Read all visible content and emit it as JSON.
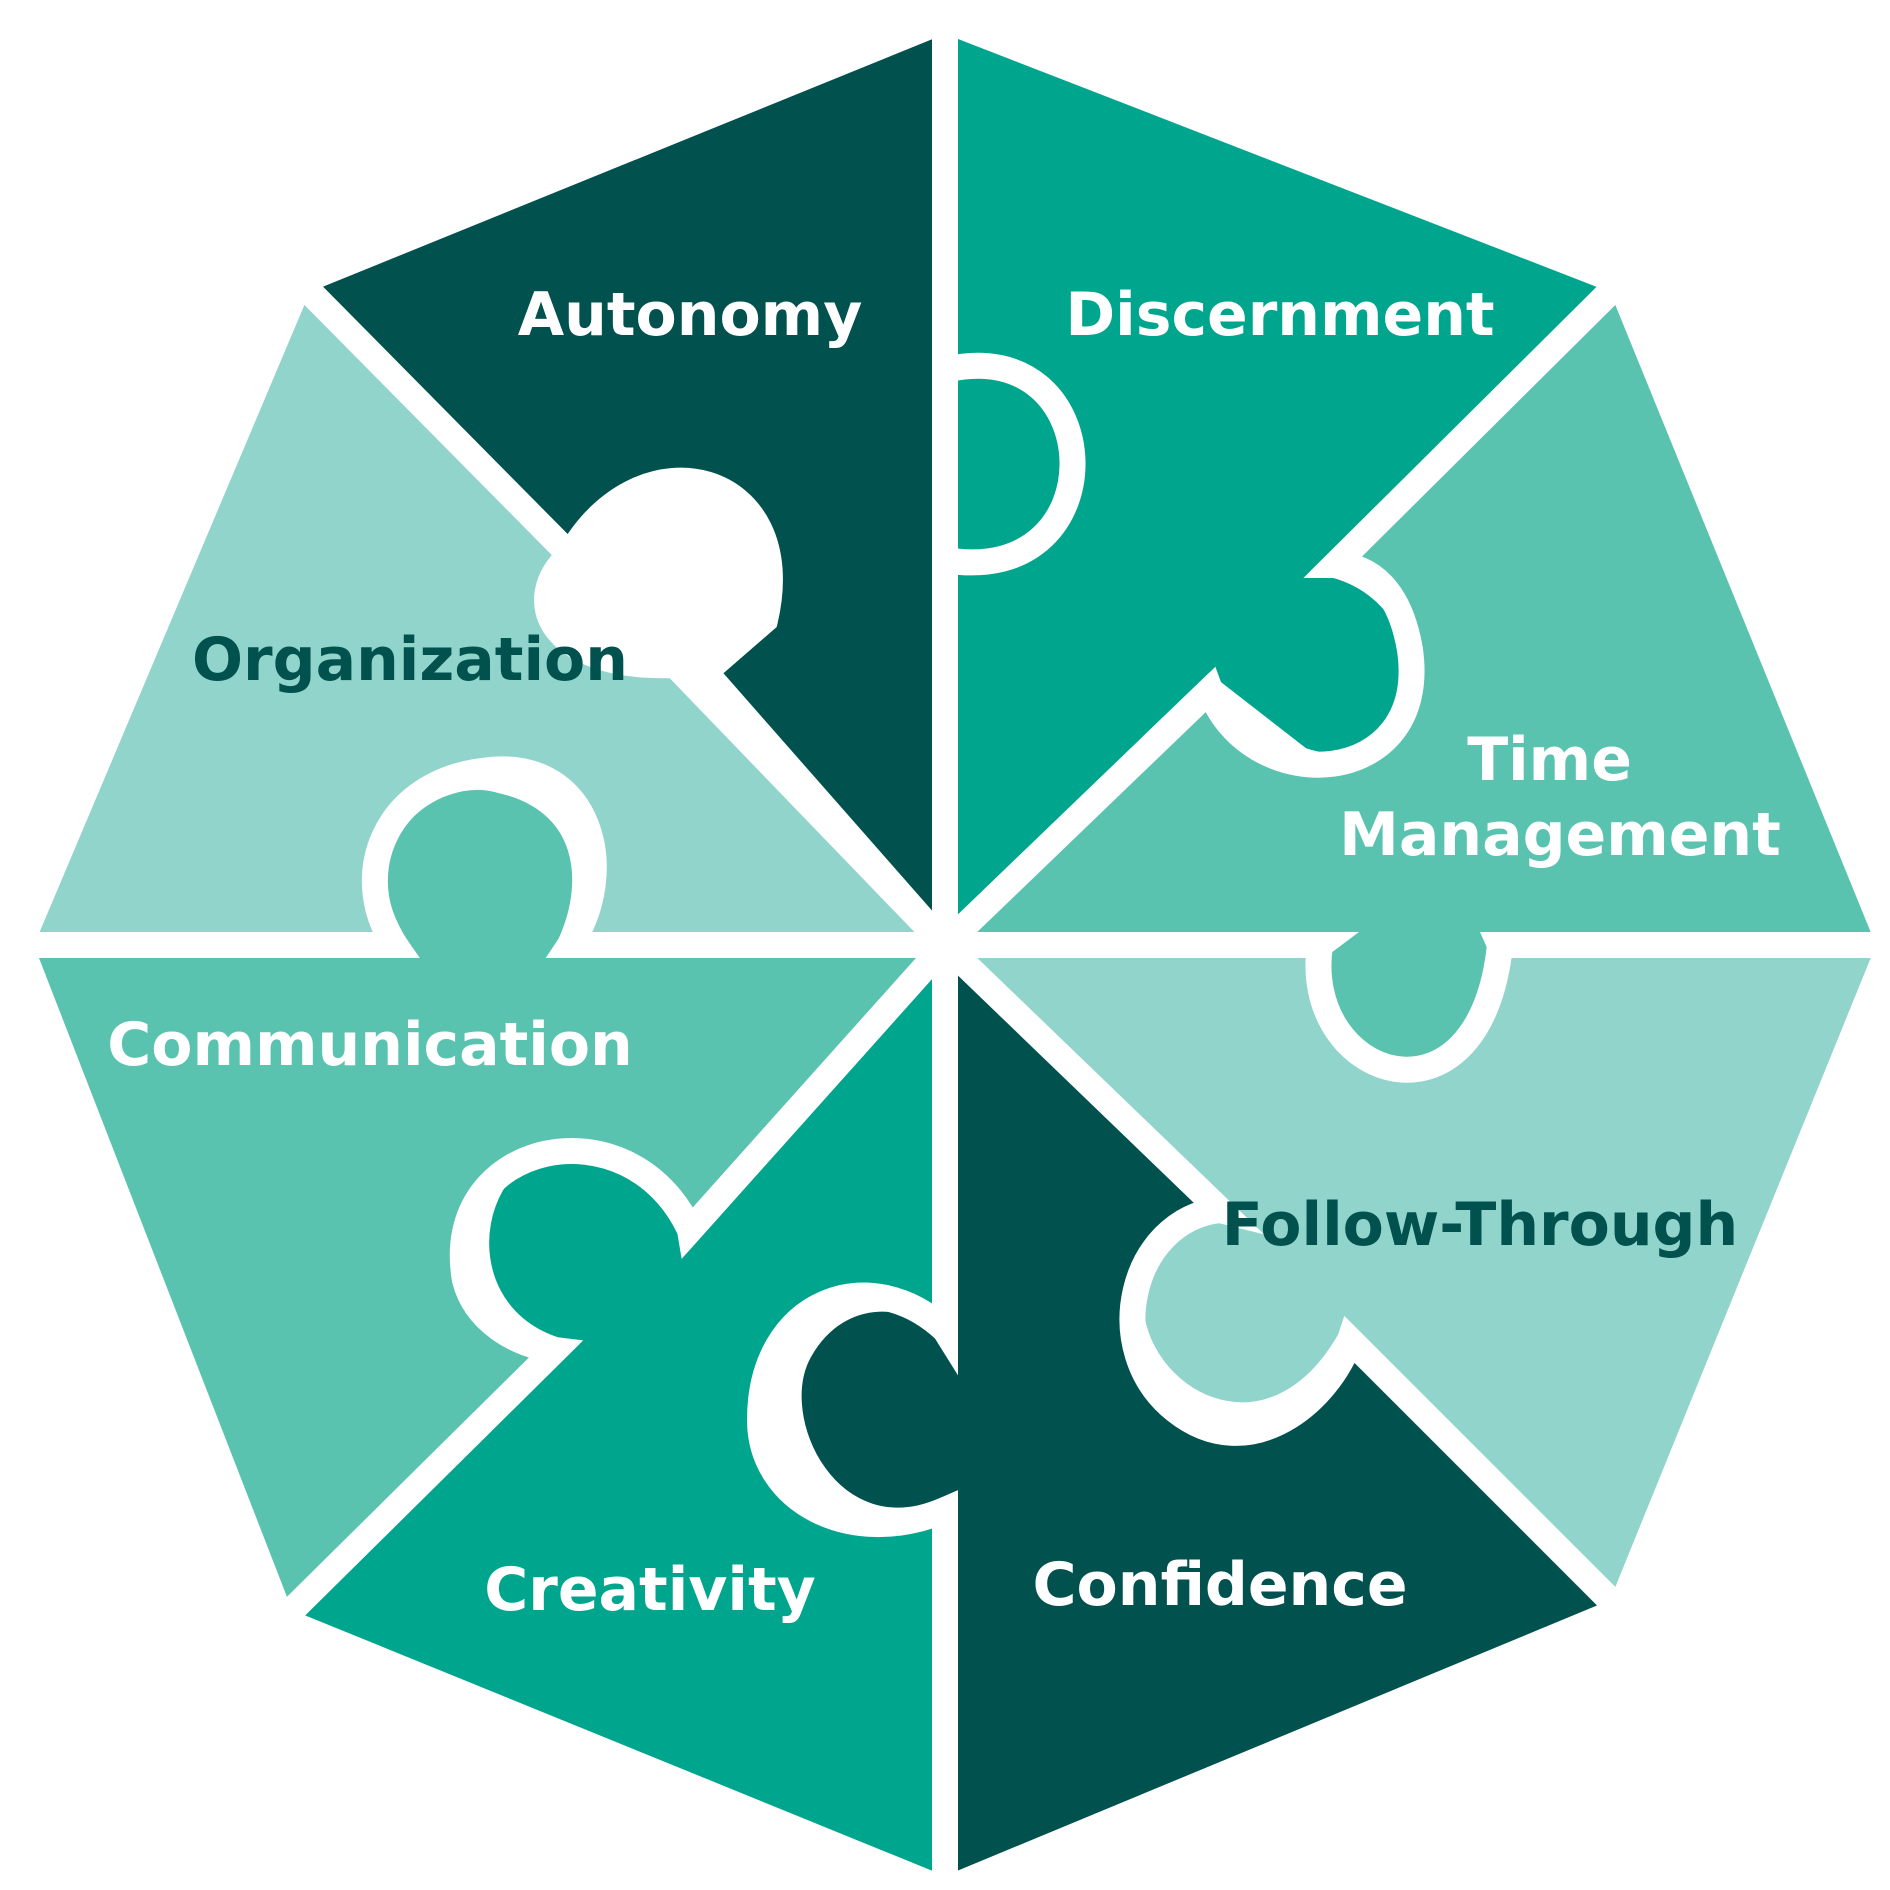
{
  "colors": {
    "dark": "#01514E",
    "mid": "#00A58D",
    "teal": "#59C3AF",
    "light": "#91D4CC",
    "white": "#FFFFFF"
  },
  "segments": [
    {
      "id": "autonomy",
      "label": "Autonomy",
      "fill": "#01514E",
      "text_color": "#FFFFFF"
    },
    {
      "id": "discernment",
      "label": "Discernment",
      "fill": "#00A58D",
      "text_color": "#FFFFFF"
    },
    {
      "id": "time-management",
      "label_lines": [
        "Time",
        "Management"
      ],
      "fill": "#59C3AF",
      "text_color": "#FFFFFF"
    },
    {
      "id": "follow-through",
      "label": "Follow-Through",
      "fill": "#91D4CC",
      "text_color": "#01514E"
    },
    {
      "id": "confidence",
      "label": "Confidence",
      "fill": "#01514E",
      "text_color": "#FFFFFF"
    },
    {
      "id": "creativity",
      "label": "Creativity",
      "fill": "#00A58D",
      "text_color": "#FFFFFF"
    },
    {
      "id": "communication",
      "label": "Communication",
      "fill": "#59C3AF",
      "text_color": "#FFFFFF"
    },
    {
      "id": "organization",
      "label": "Organization",
      "fill": "#91D4CC",
      "text_color": "#01514E"
    }
  ]
}
